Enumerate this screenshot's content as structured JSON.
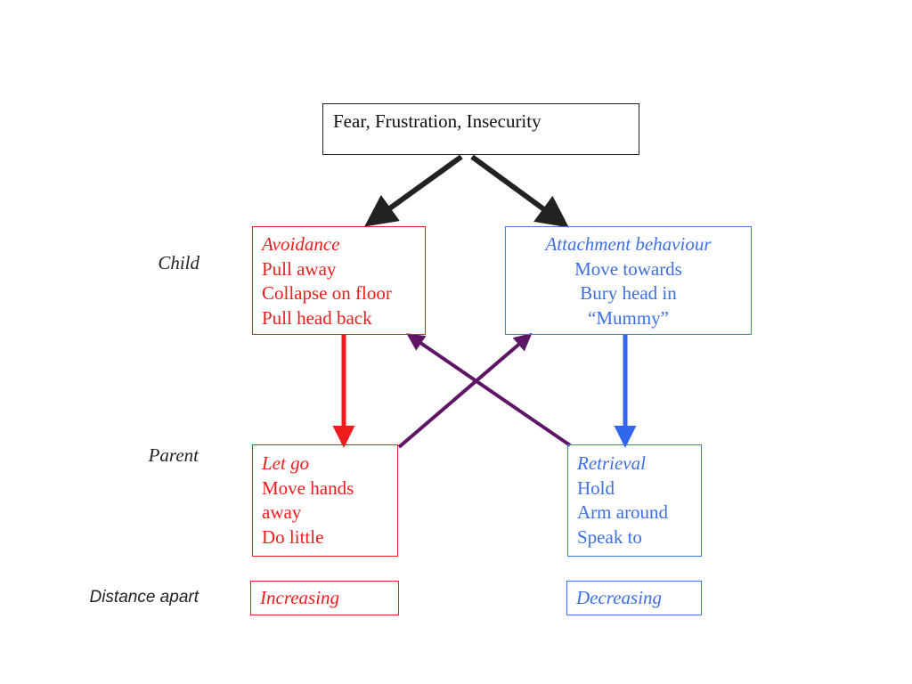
{
  "top": {
    "text": "Fear, Frustration, Insecurity"
  },
  "row_labels": {
    "child": "Child",
    "parent": "Parent",
    "distance": "Distance apart"
  },
  "child_avoid": {
    "title": "Avoidance",
    "lines": [
      "Pull away",
      "Collapse on floor",
      "Pull head back"
    ]
  },
  "child_attach": {
    "title": "Attachment behaviour",
    "lines": [
      "Move towards",
      "Bury head in",
      "“Mummy”"
    ]
  },
  "parent_letgo": {
    "title": "Let go",
    "lines": [
      "Move hands",
      "away",
      "Do little"
    ]
  },
  "parent_retrieval": {
    "title": "Retrieval",
    "lines": [
      "Hold",
      "Arm around",
      "Speak to"
    ]
  },
  "distance": {
    "increasing": "Increasing",
    "decreasing": "Decreasing"
  },
  "colors": {
    "red": "#ee1c1c",
    "blue": "#3d6fe0",
    "purple": "#5e1566",
    "black": "#222222"
  }
}
